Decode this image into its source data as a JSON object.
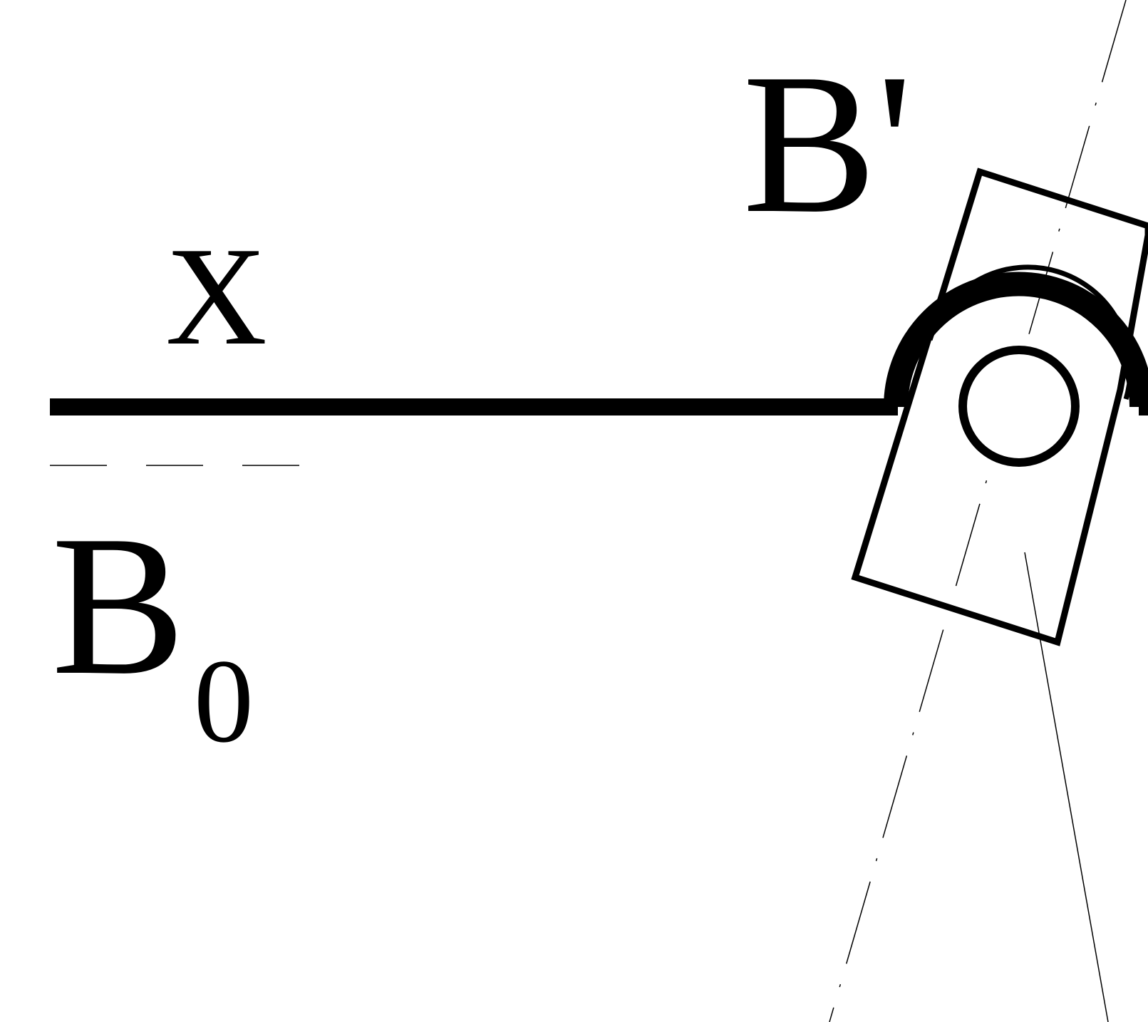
{
  "labels": {
    "x": "X",
    "b_prime": "B'",
    "b0_main": "B",
    "b0_sub": "0"
  },
  "colors": {
    "ink": "#000000",
    "background": "#ffffff"
  }
}
